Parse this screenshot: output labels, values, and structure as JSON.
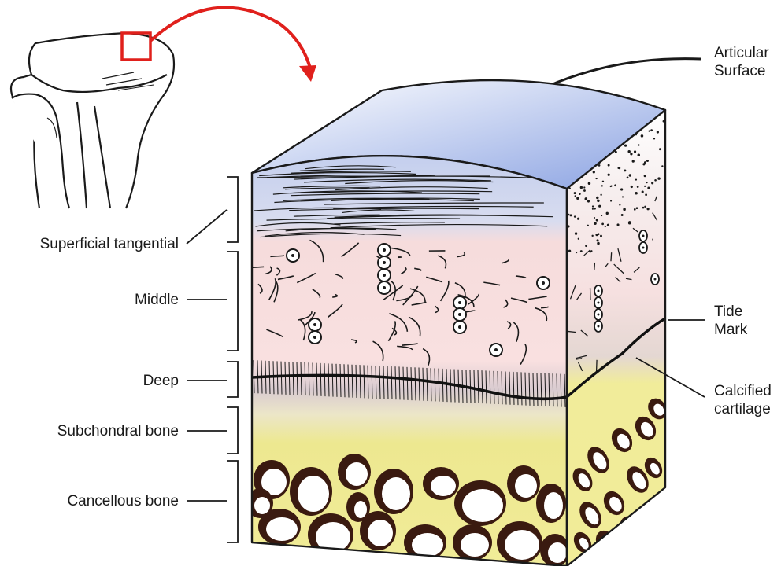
{
  "diagram": {
    "labels": {
      "articular_surface": [
        "Articular",
        "Surface"
      ],
      "superficial_tangential": "Superficial tangential",
      "middle": "Middle",
      "deep": "Deep",
      "subchondral_bone": "Subchondral bone",
      "cancellous_bone": "Cancellous bone",
      "tide_mark": [
        "Tide",
        "Mark"
      ],
      "calcified_cartilage": [
        "Calcified",
        "cartilage"
      ]
    },
    "colors": {
      "superficial_zone": "#b9c6ea",
      "articular_top": "#8aa2e2",
      "middle_zone": "#f7dcdc",
      "bone_zone": "#ece88c",
      "cancellous_voids": "#3a1a10",
      "highlight_box": "#e0201c",
      "outline": "#1a1a1a"
    }
  }
}
